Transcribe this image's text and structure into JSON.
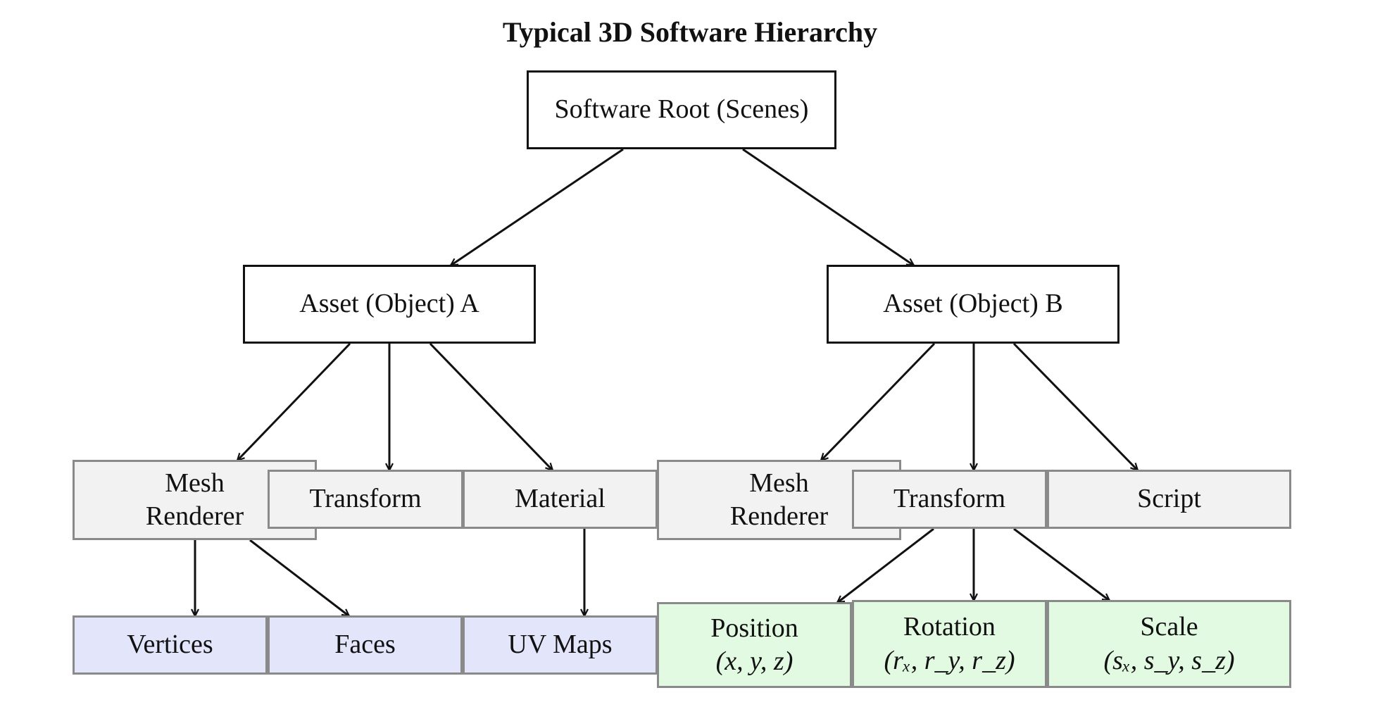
{
  "title": "Typical 3D Software Hierarchy",
  "colors": {
    "stroke": "#111111",
    "gray_fill": "#f2f2f2",
    "blue_fill": "#e3e5fb",
    "green_fill": "#e2f9e2",
    "border_gray": "#8a8a8a"
  },
  "nodes": {
    "root": {
      "label": "Software Root (Scenes)"
    },
    "asset_a": {
      "label": "Asset (Object) A"
    },
    "asset_b": {
      "label": "Asset (Object) B"
    },
    "mesh_a": {
      "label_line1": "Mesh",
      "label_line2": "Renderer"
    },
    "transform_a": {
      "label": "Transform"
    },
    "material": {
      "label": "Material"
    },
    "mesh_b": {
      "label_line1": "Mesh",
      "label_line2": "Renderer"
    },
    "transform_b": {
      "label": "Transform"
    },
    "script": {
      "label": "Script"
    },
    "vertices": {
      "label": "Vertices"
    },
    "faces": {
      "label": "Faces"
    },
    "uv_maps": {
      "label": "UV Maps"
    },
    "position": {
      "label": "Position",
      "math": "(x, y, z)"
    },
    "rotation": {
      "label": "Rotation",
      "math": "(rₓ, r_y, r_z)"
    },
    "scale": {
      "label": "Scale",
      "math": "(sₓ, s_y, s_z)"
    }
  },
  "edges": [
    [
      "root",
      "asset_a"
    ],
    [
      "root",
      "asset_b"
    ],
    [
      "asset_a",
      "mesh_a"
    ],
    [
      "asset_a",
      "transform_a"
    ],
    [
      "asset_a",
      "material"
    ],
    [
      "asset_b",
      "mesh_b"
    ],
    [
      "asset_b",
      "transform_b"
    ],
    [
      "asset_b",
      "script"
    ],
    [
      "mesh_a",
      "vertices"
    ],
    [
      "mesh_a",
      "faces"
    ],
    [
      "material",
      "uv_maps"
    ],
    [
      "transform_b",
      "position"
    ],
    [
      "transform_b",
      "rotation"
    ],
    [
      "transform_b",
      "scale"
    ]
  ]
}
